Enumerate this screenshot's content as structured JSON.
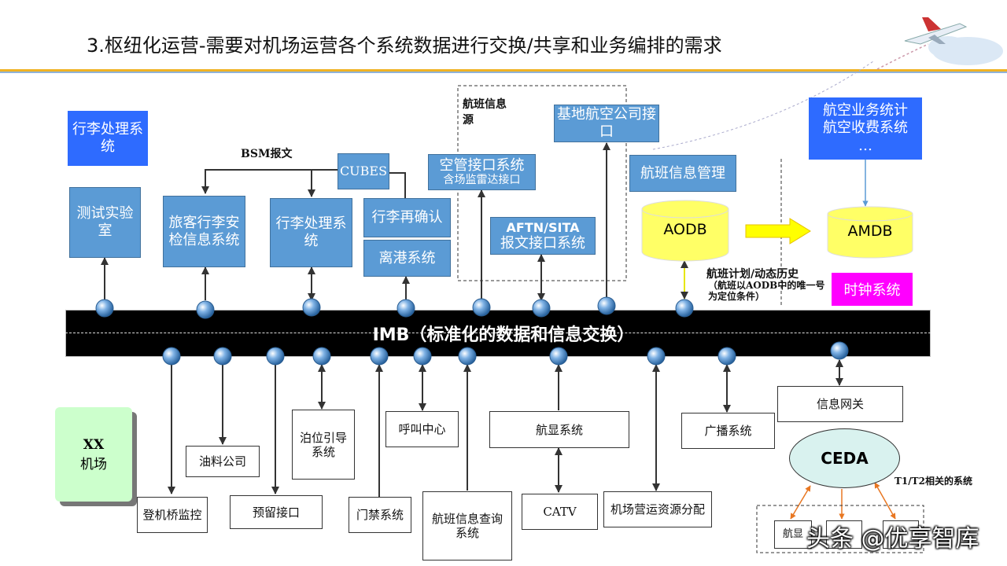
{
  "title": "3.枢纽化运营-需要对机场运营各个系统数据进行交换/共享和业务编排的需求",
  "bus_label": "IMB（标准化的数据和信息交换）",
  "top_left": {
    "luggage_system": "行李处理系统",
    "lab": "测试实验室",
    "passenger_check": "旅客行李安检信息系统",
    "luggage_handling": "行李处理系统",
    "cubes": "CUBES",
    "bsm": "BSM报文",
    "reconfirm": "行李再确认",
    "departure": "离港系统"
  },
  "flight_source": {
    "label": "航班信息源",
    "atc": "空管接口系统",
    "atc_sub": "含场监雷达接口",
    "aftn": "AFTN/SITA",
    "aftn_sub": "报文接口系统",
    "airline": "基地航空公司接口"
  },
  "right": {
    "flight_mgmt": "航班信息管理",
    "aodb": "AODB",
    "amdb": "AMDB",
    "business": [
      "航空业务统计",
      "航空收费系统",
      "…"
    ],
    "history": "航班计划/动态历史",
    "history_note": "（航班以AODB中的唯一号为定位条件）",
    "clock": "时钟系统"
  },
  "bottom": {
    "airport": "XX",
    "airport_sub": "机场",
    "bridge": "登机桥监控",
    "fuel": "油料公司",
    "reserve": "预留接口",
    "berth": "泊位引导系统",
    "gate": "门禁系统",
    "callcenter": "呼叫中心",
    "flight_query": "航班信息查询系统",
    "fids": "航显系统",
    "catv": "CATV",
    "resource": "机场营运资源分配",
    "broadcast": "广播系统",
    "gateway": "信息网关",
    "ceda": "CEDA",
    "t1t2": "T1/T2相关的系统",
    "sub_fids": "航显"
  },
  "watermark": "头条 @优享智库",
  "colors": {
    "blue_box": "#5b9bd5",
    "royal_box": "#2e6bff",
    "cylinder": "#ffff66",
    "arrow_yellow": "#ffff00",
    "clock": "#ff00ff",
    "airport_box": "#ccffcc",
    "ceda": "#d9f2ef"
  }
}
